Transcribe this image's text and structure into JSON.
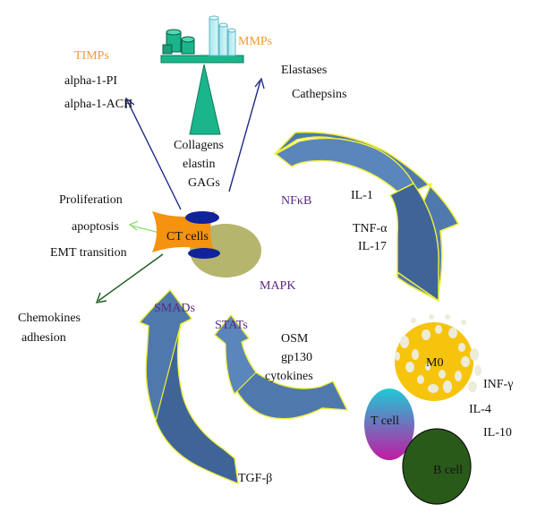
{
  "colors": {
    "orange_text": "#f39a2c",
    "purple_text": "#5a2a82",
    "arrow_fill": "#4f79ad",
    "arrow_fill_dark": "#3c5f8f",
    "arrow_stroke": "#f0f03a",
    "navy_line": "#1f2a86",
    "green_line": "#1f5a1f",
    "light_green_line": "#8ee070",
    "ct_body": "#f5920f",
    "ct_oval": "#10239a",
    "mapk": "#b5b56e",
    "m0": "#f7c40d",
    "m0_spot": "#ececda",
    "bcell": "#2a5a1a",
    "balance": "#1bb58c"
  },
  "labels": {
    "timps": "TIMPs",
    "alpha1_pi": "alpha-1-PI",
    "alpha1_ach": "alpha-1-ACH",
    "mmps": "MMPs",
    "elastases": "Elastases",
    "cathepsins": "Cathepsins",
    "collagens": "Collagens",
    "elastin": "elastin",
    "gags": "GAGs",
    "proliferation": "Proliferation",
    "apoptosis": "apoptosis",
    "emt": "EMT transition",
    "ct_cells": "CT cells",
    "chemokines": "Chemokines",
    "adhesion": "adhesion",
    "nfkb": "NFκB",
    "il1": "IL-1",
    "tnf": "TNF-α",
    "il17": "IL-17",
    "mapk": "MAPK",
    "smads": "SMADs",
    "stats": "STATs",
    "osm": "OSM",
    "gp130": "gp130",
    "cytokines": "cytokines",
    "m0": "M0",
    "inf": "INF-γ",
    "il4": "IL-4",
    "il10": "IL-10",
    "tcell": "T cell",
    "bcell": "B cell",
    "tgf": "TGF-β"
  }
}
